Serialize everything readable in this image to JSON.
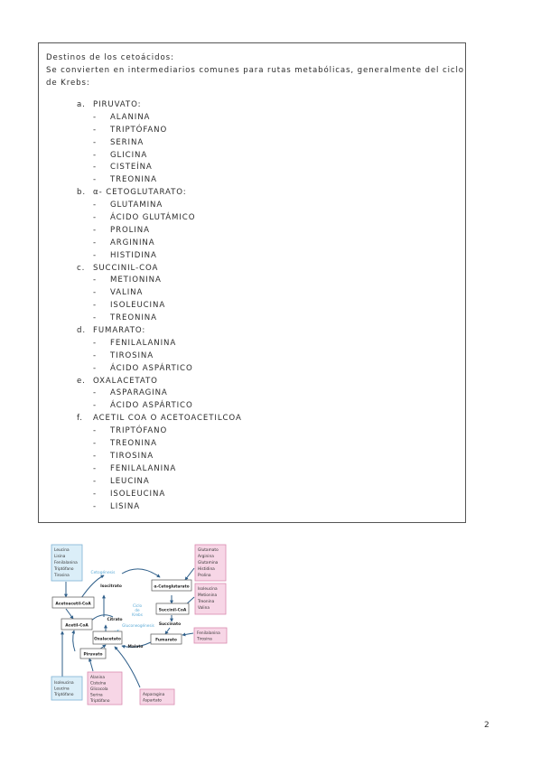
{
  "intro": {
    "line1": "Destinos de los cetoácidos:",
    "line2": "Se convierten en intermediarios comunes para rutas metabólicas, generalmente del ciclo",
    "line3": "de Krebs:"
  },
  "groups": [
    {
      "letter": "a.",
      "title": "PIRUVATO:",
      "items": [
        "ALANINA",
        "TRIPTÓFANO",
        "SERINA",
        "GLICINA",
        "CISTEÍNA",
        "TREONINA"
      ]
    },
    {
      "letter": "b.",
      "title": "α- CETOGLUTARATO:",
      "items": [
        "GLUTAMINA",
        "ÁCIDO GLUTÁMICO",
        "PROLINA",
        "ARGININA",
        "HISTIDINA"
      ]
    },
    {
      "letter": "c.",
      "title": "SUCCINIL-COA",
      "items": [
        "METIONINA",
        "VALINA",
        "ISOLEUCINA",
        "TREONINA"
      ]
    },
    {
      "letter": "d.",
      "title": "FUMARATO:",
      "items": [
        "FENILALANINA",
        "TIROSINA",
        "ÁCIDO ASPÁRTICO"
      ]
    },
    {
      "letter": "e.",
      "title": "OXALACETATO",
      "items": [
        "ASPARAGINA",
        "ÁCIDO ASPÁRTICO"
      ]
    },
    {
      "letter": "f.",
      "title": "ACETIL COA O ACETOACETILCOA",
      "items": [
        "TRIPTÓFANO",
        "TREONINA",
        "TIROSINA",
        "FENILALANINA",
        "LEUCINA",
        "ISOLEUCINA",
        "LISINA"
      ]
    }
  ],
  "dash": "-",
  "diagram": {
    "colors": {
      "blue_fill": "#dbeef8",
      "blue_stroke": "#7fb3d5",
      "pink_fill": "#f7d6e6",
      "pink_stroke": "#d98ab0",
      "arrow": "#2f5f8a",
      "accent": "#5aa9d6"
    },
    "blue_top": [
      "Leucina",
      "Lisina",
      "Fenilalanina",
      "Triptófano",
      "Tirosina"
    ],
    "blue_bottom": [
      "Isoleucina",
      "Leucina",
      "Triptófano"
    ],
    "pink_glut": [
      "Glutamato",
      "Arginina",
      "Glutamina",
      "Histidina",
      "Prolina"
    ],
    "pink_succ": [
      "Isoleucina",
      "Metionina",
      "Treonina",
      "Valina"
    ],
    "pink_fum": [
      "Fenilalanina",
      "Tirosina"
    ],
    "pink_ala": [
      "Alanina",
      "Cisteína",
      "Glicocola",
      "Serina",
      "Triptófano"
    ],
    "pink_asp": [
      "Asparagina",
      "Aspartato"
    ],
    "nodes": {
      "acetoacetil": "Acetoacetil-CoA",
      "acetil": "Acetil-CoA",
      "isocitrato": "Isocitrato",
      "citrato": "Citrato",
      "oxalacetato": "Oxalacetato",
      "piruvato": "Piruvato",
      "cetoglutarato": "α-Cetoglutarato",
      "succinilcoa": "Succinil-CoA",
      "succinato": "Succinato",
      "fumarato": "Fumarato",
      "malato": "Malato"
    },
    "labels": {
      "cetogenesis": "Cetogénesis",
      "ciclo1": "Ciclo",
      "ciclo2": "de",
      "ciclo3": "Krebs",
      "gluconeogenesis": "Gluconeogénesis"
    }
  },
  "page_number": "2"
}
